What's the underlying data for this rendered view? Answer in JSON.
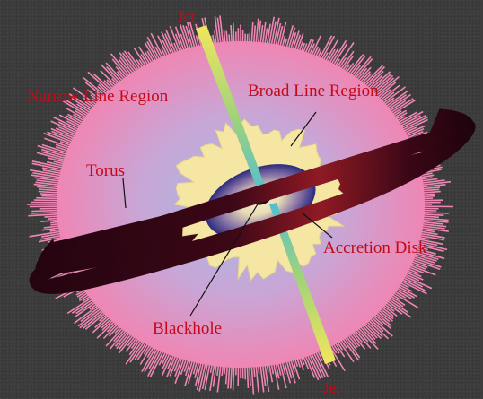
{
  "labels": {
    "jet_top": "Jet",
    "jet_bottom": "Jet",
    "narrow_line_region": "Narrow Line Region",
    "broad_line_region": "Broad Line Region",
    "torus": "Torus",
    "accretion_disk": "Accretion Disk",
    "blackhole": "Blackhole"
  },
  "colors": {
    "background": "#3c3c3c",
    "narrow_line_region_outer": "#ef86b4",
    "narrow_line_region_inner": "#a7b9e3",
    "broad_line_region": "#f5e6a4",
    "torus": "#3b0716",
    "torus_light": "#8f1a24",
    "accretion_disk_outer": "#2c2a7e",
    "accretion_disk_inner": "#efe3bb",
    "blackhole": "#101010",
    "jet_tip": "#e7e15a",
    "jet_base": "#4fbfd2",
    "label_text": "#c40a18",
    "leader_line": "#111111"
  }
}
